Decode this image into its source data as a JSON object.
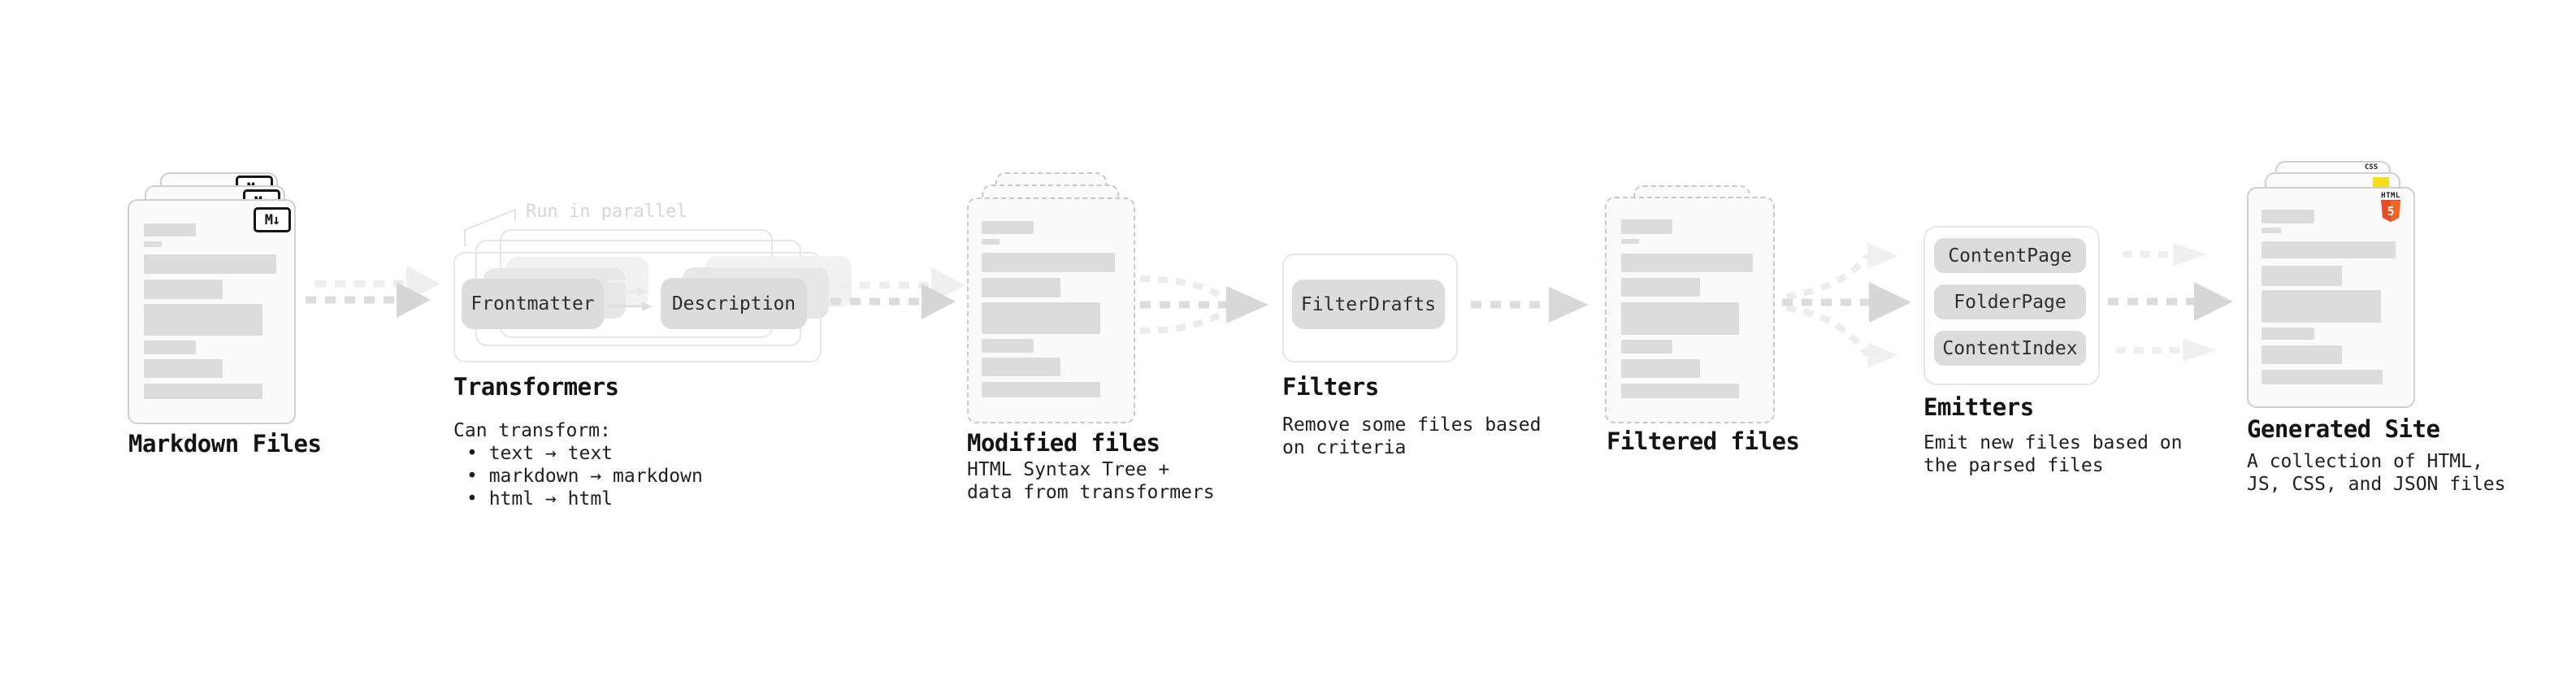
{
  "stages": {
    "markdown": {
      "title": "Markdown Files",
      "badge": "M↓"
    },
    "transformers": {
      "title": "Transformers",
      "note": "Run in parallel",
      "nodes": [
        "Frontmatter",
        "Description"
      ],
      "body": [
        "Can transform:",
        "• text → text",
        "• markdown → markdown",
        "• html → html"
      ]
    },
    "modified": {
      "title": "Modified files",
      "body": [
        "HTML Syntax Tree +",
        "data from transformers"
      ]
    },
    "filters": {
      "title": "Filters",
      "nodes": [
        "FilterDrafts"
      ],
      "body": [
        "Remove some files based",
        "on criteria"
      ]
    },
    "filtered": {
      "title": "Filtered files"
    },
    "emitters": {
      "title": "Emitters",
      "nodes": [
        "ContentPage",
        "FolderPage",
        "ContentIndex"
      ],
      "body": [
        "Emit new files based on",
        "the parsed files"
      ]
    },
    "site": {
      "title": "Generated Site",
      "body": [
        "A collection of HTML,",
        "JS, CSS, and JSON files"
      ],
      "file_badges": {
        "css": "CSS",
        "html": "HTML",
        "html_number": "5"
      }
    }
  },
  "colors": {
    "html5_orange": "#e44d26",
    "html5_orange_light": "#f16529",
    "js_yellow": "#f5de19",
    "css_blue": "#2b66f6",
    "bar_gray": "#dcdcdc",
    "node_fill": "#dcdcdc",
    "page_border": "#cfcfcf",
    "frame_border": "#e6e6e6",
    "arrow_dark": "#dcdcdc",
    "arrow_head": "#d6d6d6",
    "arrow_light": "#eeeeee",
    "note_gray": "#d6d6d6",
    "text": "#1c1c1c"
  }
}
